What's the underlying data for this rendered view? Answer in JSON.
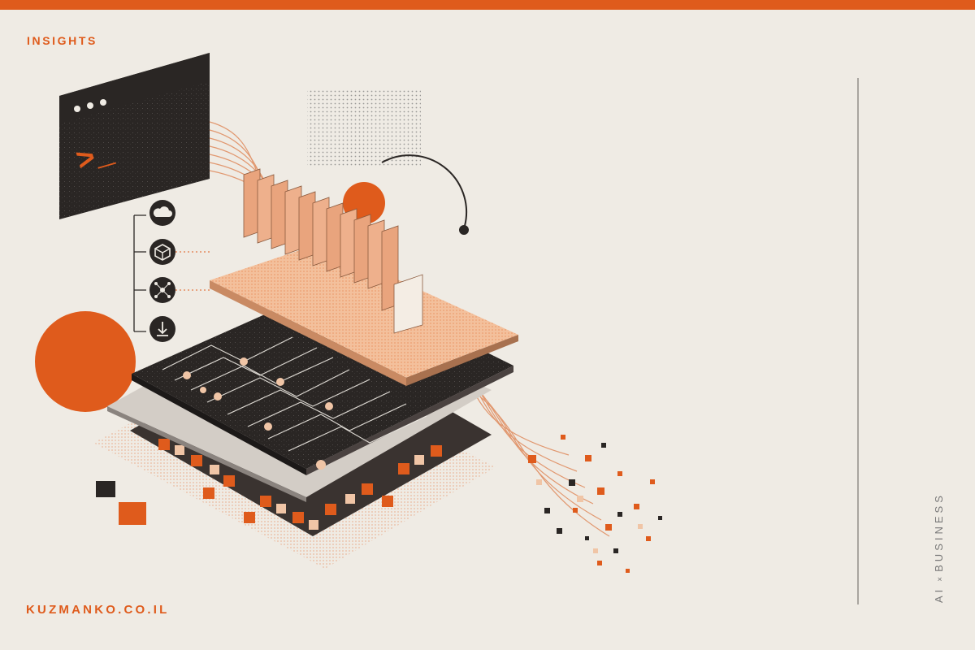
{
  "header": {
    "label": "INSIGHTS"
  },
  "footer": {
    "site": "KUZMANKO.CO.IL"
  },
  "side_tag": {
    "left": "AI",
    "sep": "×",
    "right": "BUSINESS"
  },
  "terminal": {
    "prompt": ">_"
  },
  "icons": [
    "cloud-icon",
    "cube-icon",
    "network-icon",
    "download-icon"
  ],
  "colors": {
    "accent": "#df5b1c",
    "background": "#efebe4",
    "dark": "#2a2624",
    "peach": "#f0b893"
  }
}
